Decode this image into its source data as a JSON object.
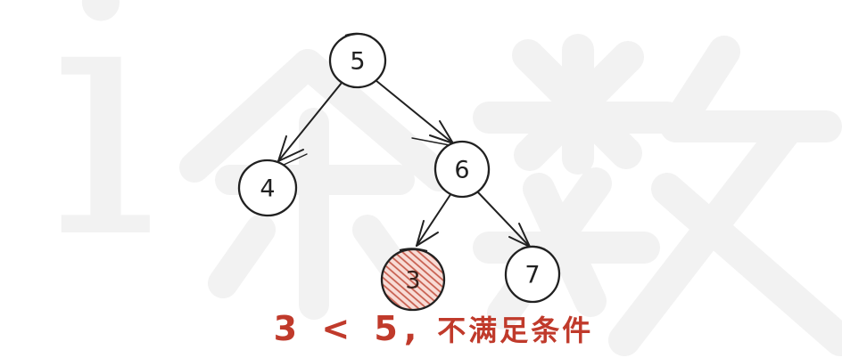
{
  "page": {
    "background_color": "#ffffff"
  },
  "watermark": {
    "text": "i余数",
    "letter_i": "i",
    "char_1": "余",
    "char_2": "数",
    "color": "#f2f2f2"
  },
  "diagram": {
    "type": "binary-tree",
    "style": "hand-drawn",
    "ink_color": "#212121",
    "nodes": [
      {
        "label": "5",
        "role": "root",
        "highlighted": false
      },
      {
        "label": "4",
        "role": "left-child-of-5",
        "highlighted": false
      },
      {
        "label": "6",
        "role": "right-child-of-5",
        "highlighted": false
      },
      {
        "label": "3",
        "role": "left-child-of-6",
        "highlighted": true
      },
      {
        "label": "7",
        "role": "right-child-of-6",
        "highlighted": false
      }
    ],
    "edges": [
      {
        "from": "5",
        "to": "4"
      },
      {
        "from": "5",
        "to": "6"
      },
      {
        "from": "6",
        "to": "3"
      },
      {
        "from": "6",
        "to": "7"
      }
    ],
    "highlight": {
      "fill_color": "#f8dcd6",
      "hatch_color": "#c65b4b",
      "node": "3"
    }
  },
  "caption": {
    "formula": "3 < 5,",
    "note": "不满足条件",
    "full_text": "3 < 5, 不满足条件",
    "color": "#c03a2b"
  }
}
